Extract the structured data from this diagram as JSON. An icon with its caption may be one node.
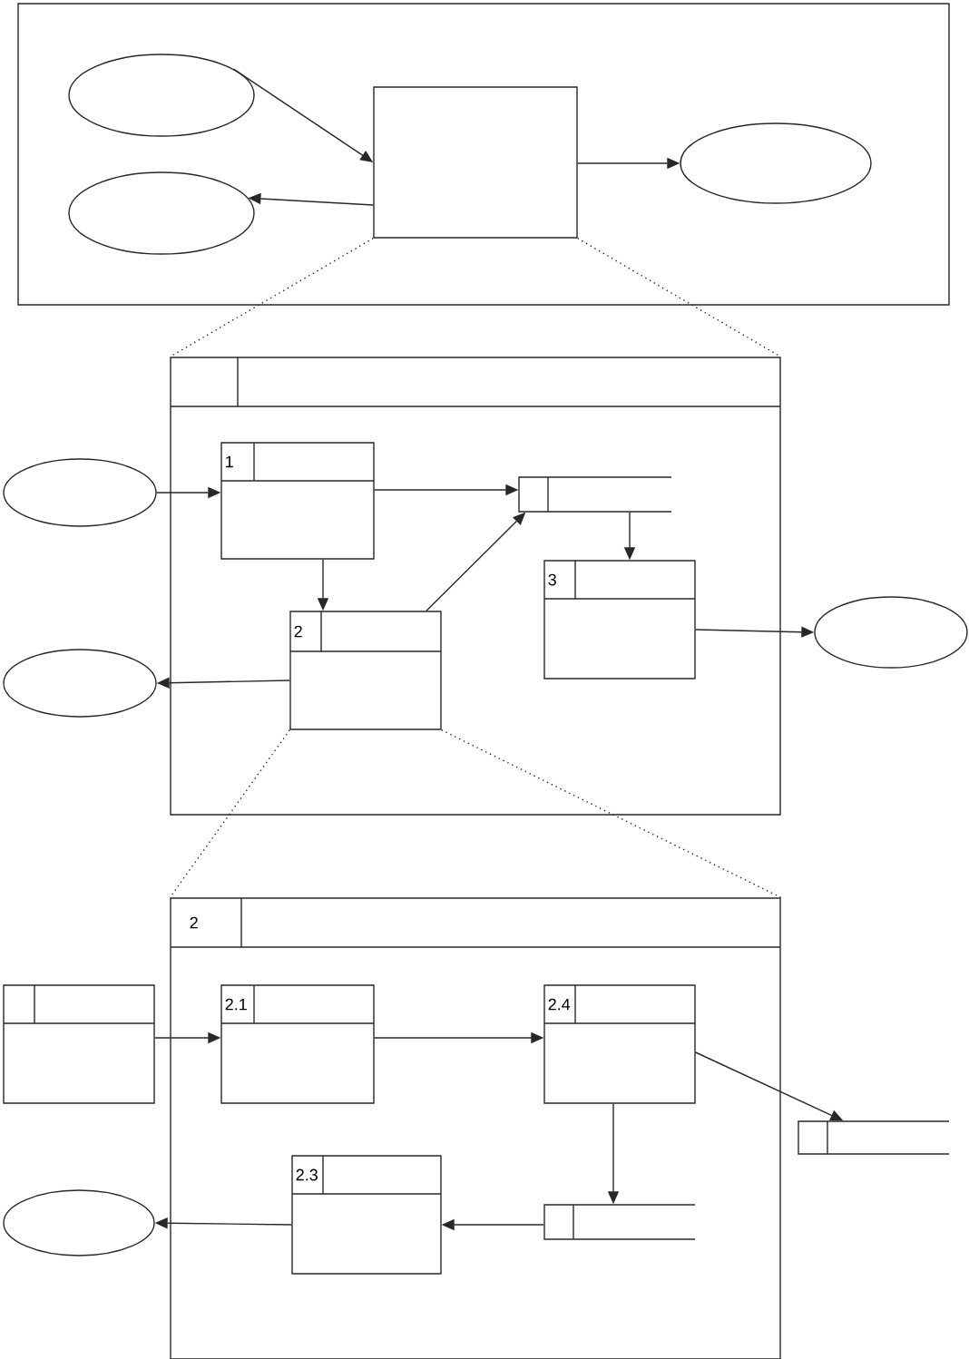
{
  "diagram": {
    "nodes": [
      {
        "text": [],
        "shape": "box"
      },
      {
        "text": [],
        "shape": "ellipse",
        "in": 0
      },
      {
        "text": [],
        "shape": "ellipse",
        "in": 0
      },
      {
        "text": [],
        "shape": "box",
        "in": 0
      },
      {
        "text": [],
        "shape": "ellipse",
        "in": 0
      },
      {
        "text": [],
        "shape": "box"
      },
      {
        "text": [],
        "shape": "ellipse"
      },
      {
        "text": [
          "1"
        ],
        "in": 5
      },
      {
        "text": [],
        "shape": "box",
        "in": 5
      },
      {
        "text": [],
        "shape": "ellipse"
      },
      {
        "text": [
          "2"
        ],
        "in": 5
      },
      {
        "text": [
          "3"
        ],
        "in": 5
      },
      {
        "text": [],
        "shape": "ellipse"
      },
      {
        "text": [
          "2"
        ]
      },
      {
        "text": [],
        "shape": "box"
      },
      {
        "text": [
          "2.1"
        ],
        "in": 13
      },
      {
        "text": [
          "2.4"
        ],
        "in": 13
      },
      {
        "text": [],
        "shape": "box"
      },
      {
        "text": [],
        "shape": "ellipse"
      },
      {
        "text": [
          "2.3"
        ],
        "in": 13
      },
      {
        "text": [],
        "shape": "box",
        "in": 13
      }
    ],
    "edges": [
      {
        "from": 1,
        "to": 3,
        "arrow": "to"
      },
      {
        "from": 3,
        "to": 2,
        "arrow": "to"
      },
      {
        "from": 3,
        "to": 4,
        "arrow": "to"
      },
      {
        "from": 3,
        "to": 5,
        "arrow": "none",
        "style": "dashed"
      },
      {
        "from": 3,
        "to": 5,
        "arrow": "none",
        "style": "dashed"
      },
      {
        "from": 6,
        "to": 7,
        "arrow": "to"
      },
      {
        "from": 7,
        "to": 8,
        "arrow": "to"
      },
      {
        "from": 7,
        "to": 10,
        "arrow": "to"
      },
      {
        "from": 10,
        "to": 8,
        "arrow": "to"
      },
      {
        "from": 8,
        "to": 11,
        "arrow": "to"
      },
      {
        "from": 10,
        "to": 9,
        "arrow": "to"
      },
      {
        "from": 11,
        "to": 12,
        "arrow": "to"
      },
      {
        "from": 10,
        "to": 13,
        "arrow": "none",
        "style": "dashed"
      },
      {
        "from": 10,
        "to": 13,
        "arrow": "none",
        "style": "dashed"
      },
      {
        "from": 14,
        "to": 15,
        "arrow": "to"
      },
      {
        "from": 15,
        "to": 16,
        "arrow": "to"
      },
      {
        "from": 16,
        "to": 17,
        "arrow": "to"
      },
      {
        "from": 16,
        "to": 20,
        "arrow": "to"
      },
      {
        "from": 20,
        "to": 19,
        "arrow": "to"
      },
      {
        "from": 19,
        "to": 18,
        "arrow": "to"
      }
    ]
  }
}
